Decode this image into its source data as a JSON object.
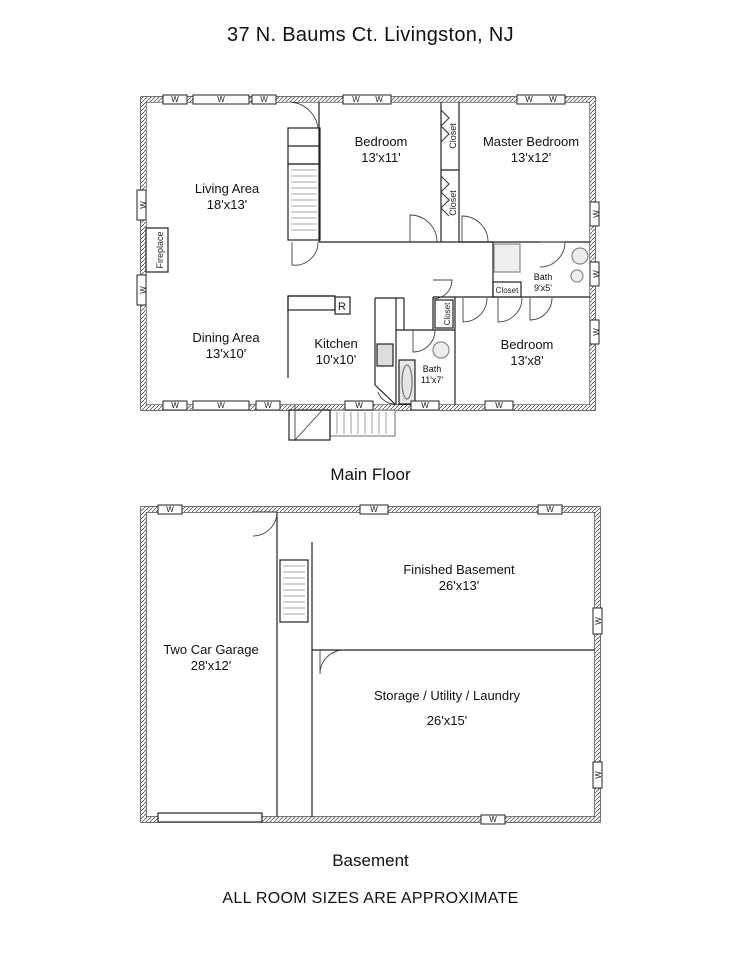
{
  "title": "37 N. Baums Ct. Livingston, NJ",
  "main_floor": {
    "label": "Main Floor",
    "rooms": {
      "living": {
        "name": "Living Area",
        "size": "18'x13'"
      },
      "bedroom1": {
        "name": "Bedroom",
        "size": "13'x11'"
      },
      "master": {
        "name": "Master Bedroom",
        "size": "13'x12'"
      },
      "dining": {
        "name": "Dining Area",
        "size": "13'x10'"
      },
      "kitchen": {
        "name": "Kitchen",
        "size": "10'x10'"
      },
      "bath1": {
        "name": "Bath",
        "size": "9'x5'"
      },
      "bath2": {
        "name": "Bath",
        "size": "11'x7'"
      },
      "bedroom2": {
        "name": "Bedroom",
        "size": "13'x8'"
      }
    },
    "fixtures": {
      "closet": "Closet",
      "fireplace": "Fireplace",
      "refrigerator": "R",
      "window": "W"
    }
  },
  "basement": {
    "label": "Basement",
    "rooms": {
      "garage": {
        "name": "Two Car Garage",
        "size": "28'x12'"
      },
      "finished": {
        "name": "Finished Basement",
        "size": "26'x13'"
      },
      "storage": {
        "name": "Storage / Utility / Laundry",
        "size": "26'x15'"
      }
    }
  },
  "footer": "ALL ROOM SIZES ARE APPROXIMATE"
}
